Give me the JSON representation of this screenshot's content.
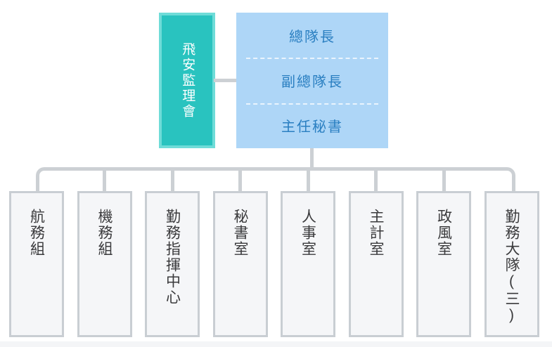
{
  "chart": {
    "type": "org-chart",
    "orientation": "vertical-text-chinese",
    "agency": {
      "label": "飛安監理會",
      "color": "#29c3bf",
      "border_color": "#6fdcd8",
      "text_color": "#ffffff"
    },
    "leadership": {
      "color": "#aed6f7",
      "text_color": "#2a7fc1",
      "divider_color": "#eaf4fd",
      "rows": [
        {
          "label": "總隊長"
        },
        {
          "label": "副總隊長"
        },
        {
          "label": "主任秘書"
        }
      ]
    },
    "connector_color": "#ccd0d4",
    "units": {
      "box_color": "#f5f6f8",
      "border_color": "#c9ced3",
      "text_color": "#3a3a3c",
      "items": [
        {
          "label": "航務組"
        },
        {
          "label": "機務組"
        },
        {
          "label": "勤務指揮中心"
        },
        {
          "label": "秘書室"
        },
        {
          "label": "人事室"
        },
        {
          "label": "主計室"
        },
        {
          "label": "政風室"
        },
        {
          "label": "勤務大隊(三)"
        }
      ]
    }
  }
}
